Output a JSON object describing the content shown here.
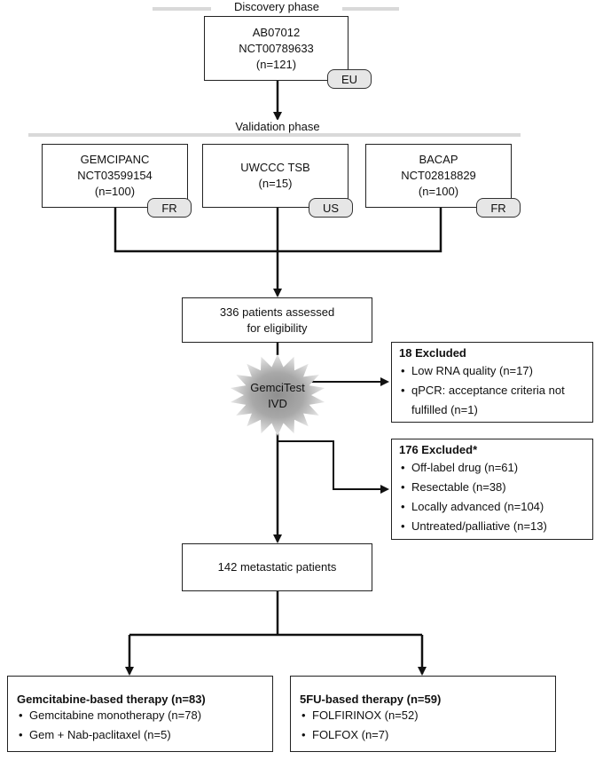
{
  "discovery": {
    "phase_label": "Discovery phase",
    "study_id": "AB07012",
    "nct": "NCT00789633",
    "n": "(n=121)",
    "region": "EU"
  },
  "validation": {
    "phase_label": "Validation phase",
    "studies": [
      {
        "name": "GEMCIPANC",
        "nct": "NCT03599154",
        "n": "(n=100)",
        "region": "FR"
      },
      {
        "name": "UWCCC TSB",
        "n": "(n=15)",
        "region": "US"
      },
      {
        "name": "BACAP",
        "nct": "NCT02818829",
        "n": "(n=100)",
        "region": "FR"
      }
    ]
  },
  "assessed": {
    "line1": "336 patients assessed",
    "line2": "for eligibility"
  },
  "test": {
    "line1": "GemciTest",
    "line2": "IVD"
  },
  "exclusion1": {
    "title": "18 Excluded",
    "items": [
      "Low RNA quality (n=17)",
      "qPCR: acceptance criteria not fulfilled (n=1)"
    ]
  },
  "exclusion2": {
    "title": "176 Excluded*",
    "items": [
      "Off-label drug (n=61)",
      "Resectable (n=38)",
      "Locally advanced (n=104)",
      "Untreated/palliative (n=13)"
    ]
  },
  "metastatic": {
    "label": "142 metastatic patients"
  },
  "therapies": [
    {
      "title": "Gemcitabine-based therapy (n=83)",
      "items": [
        "Gemcitabine monotherapy (n=78)",
        "Gem + Nab-paclitaxel (n=5)"
      ]
    },
    {
      "title": "5FU-based therapy (n=59)",
      "items": [
        "FOLFIRINOX (n=52)",
        "FOLFOX (n=7)"
      ]
    }
  ],
  "colors": {
    "line": "#111111",
    "tag_fill": "#e6e6e6",
    "phase_bar": "#d9d9d9",
    "burst_outer": "#e0e0e0",
    "burst_inner": "#8f8f8f"
  }
}
